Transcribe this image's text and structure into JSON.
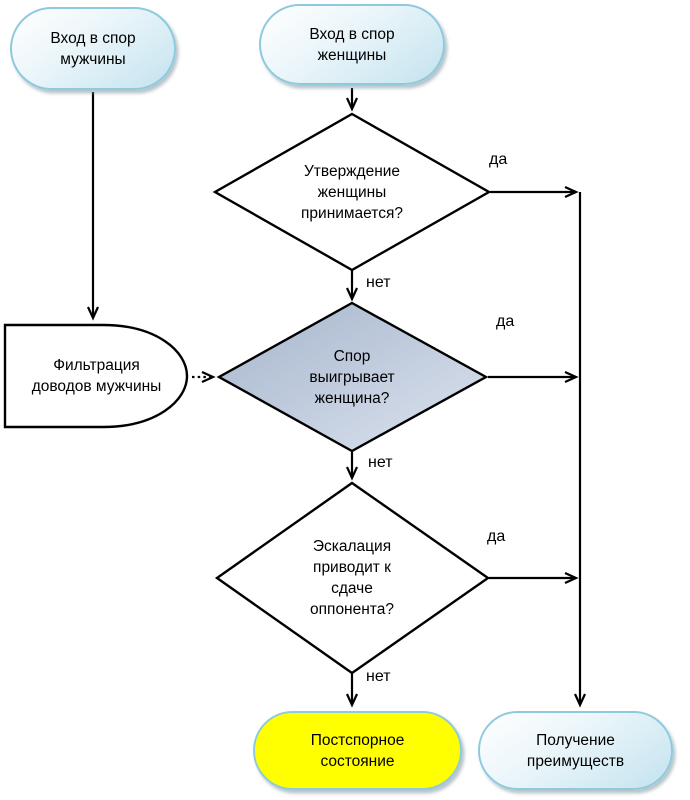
{
  "diagram": {
    "nodes": {
      "start_man": {
        "label": "Вход в спор\nмужчины"
      },
      "start_woman": {
        "label": "Вход в спор\nженщины"
      },
      "decision_statement": {
        "label": "Утверждение\nженщины\nпринимается?"
      },
      "decision_win": {
        "label": "Спор\nвыигрывает\nженщина?"
      },
      "filter": {
        "label": "Фильтрация\nдоводов мужчины"
      },
      "decision_escalation": {
        "label": "Эскалация\nприводит к\nсдаче\nоппонента?"
      },
      "end_state": {
        "label": "Постспорное\nсостояние"
      },
      "end_benefits": {
        "label": "Получение\nпреимуществ"
      }
    },
    "edge_labels": {
      "yes": "да",
      "no": "нет"
    },
    "colors": {
      "pill_border": "#8ecadd",
      "pill_fill_light": "#ffffff",
      "pill_fill_dark": "#c4e3ef",
      "yellow_fill": "#ffff00",
      "diamond_blue_light": "#dde4ef",
      "diamond_blue_dark": "#a6b6cc",
      "line_color": "#000000"
    }
  }
}
